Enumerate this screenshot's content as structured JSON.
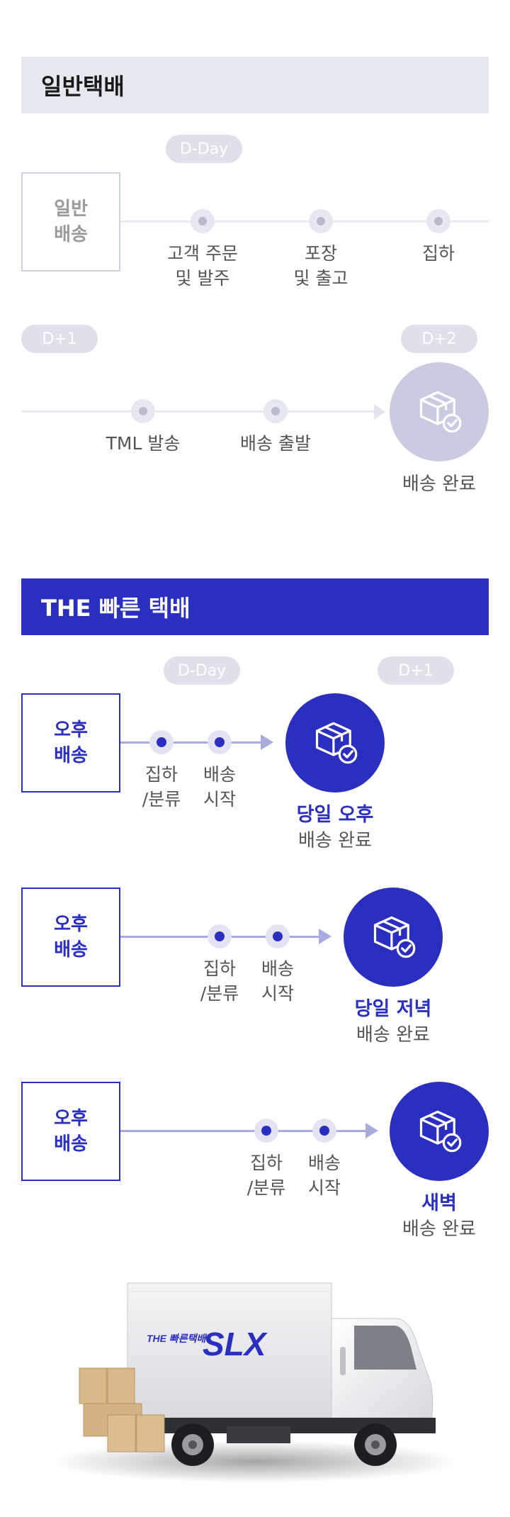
{
  "normal": {
    "title": "일반택배",
    "day0": "D-Day",
    "day1": "D+1",
    "day2": "D+2",
    "label": [
      "일반",
      "배송"
    ],
    "steps": [
      [
        "고객 주문",
        "및 발주"
      ],
      [
        "포장",
        "및 출고"
      ],
      [
        "집하"
      ],
      [
        "TML 발송"
      ],
      [
        "배송 출발"
      ]
    ],
    "done": "배송 완료"
  },
  "fast": {
    "title": "THE 빠른 택배",
    "day0": "D-Day",
    "day1": "D+1",
    "rows": [
      {
        "label": [
          "오후",
          "배송"
        ],
        "step1": [
          "집하",
          "/분류"
        ],
        "step2": [
          "배송",
          "시작"
        ],
        "done_title": "당일 오후",
        "done_sub": "배송 완료"
      },
      {
        "label": [
          "오후",
          "배송"
        ],
        "step1": [
          "집하",
          "/분류"
        ],
        "step2": [
          "배송",
          "시작"
        ],
        "done_title": "당일 저녁",
        "done_sub": "배송 완료"
      },
      {
        "label": [
          "오후",
          "배송"
        ],
        "step1": [
          "집하",
          "/분류"
        ],
        "step2": [
          "배송",
          "시작"
        ],
        "done_title": "새벽",
        "done_sub": "배송 완료"
      }
    ]
  },
  "truck": {
    "brand_small": "THE 빠른택배",
    "brand_logo": "SLX"
  },
  "icons": {
    "delivery": "box-check-icon"
  },
  "colors": {
    "accent": "#2b2fc0",
    "muted": "#c9cce0"
  }
}
